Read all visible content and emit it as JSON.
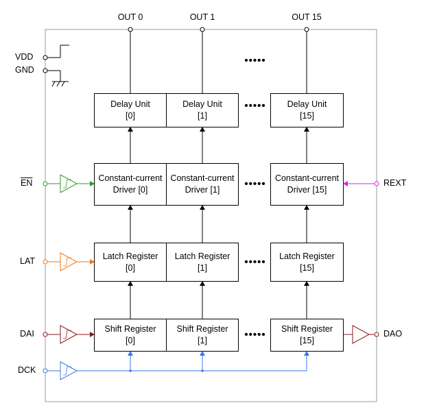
{
  "outputs": [
    "OUT 0",
    "OUT 1",
    "OUT 15"
  ],
  "supply": {
    "vdd": "VDD",
    "gnd": "GND"
  },
  "inputs": {
    "en": "EN",
    "lat": "LAT",
    "dai": "DAI",
    "dck": "DCK"
  },
  "right_pins": {
    "rext": "REXT",
    "dao": "DAO"
  },
  "ellipsis": "•••••",
  "rows": {
    "delay": {
      "line1": "Delay Unit",
      "index": [
        "[0]",
        "[1]",
        "[15]"
      ]
    },
    "driver": {
      "line1": "Constant-current",
      "line2": [
        "Driver [0]",
        "Driver [1]",
        "Driver [15]"
      ]
    },
    "latch": {
      "line1": "Latch Register",
      "index": [
        "[0]",
        "[1]",
        "[15]"
      ]
    },
    "shift": {
      "line1": "Shift Register",
      "index": [
        "[0]",
        "[1]",
        "[15]"
      ]
    }
  },
  "colors": {
    "en": "#2e9a2e",
    "lat": "#ee7a1a",
    "dai": "#8b1a1a",
    "dck": "#3b78e0",
    "rext": "#e020e0",
    "frame": "#999999"
  }
}
